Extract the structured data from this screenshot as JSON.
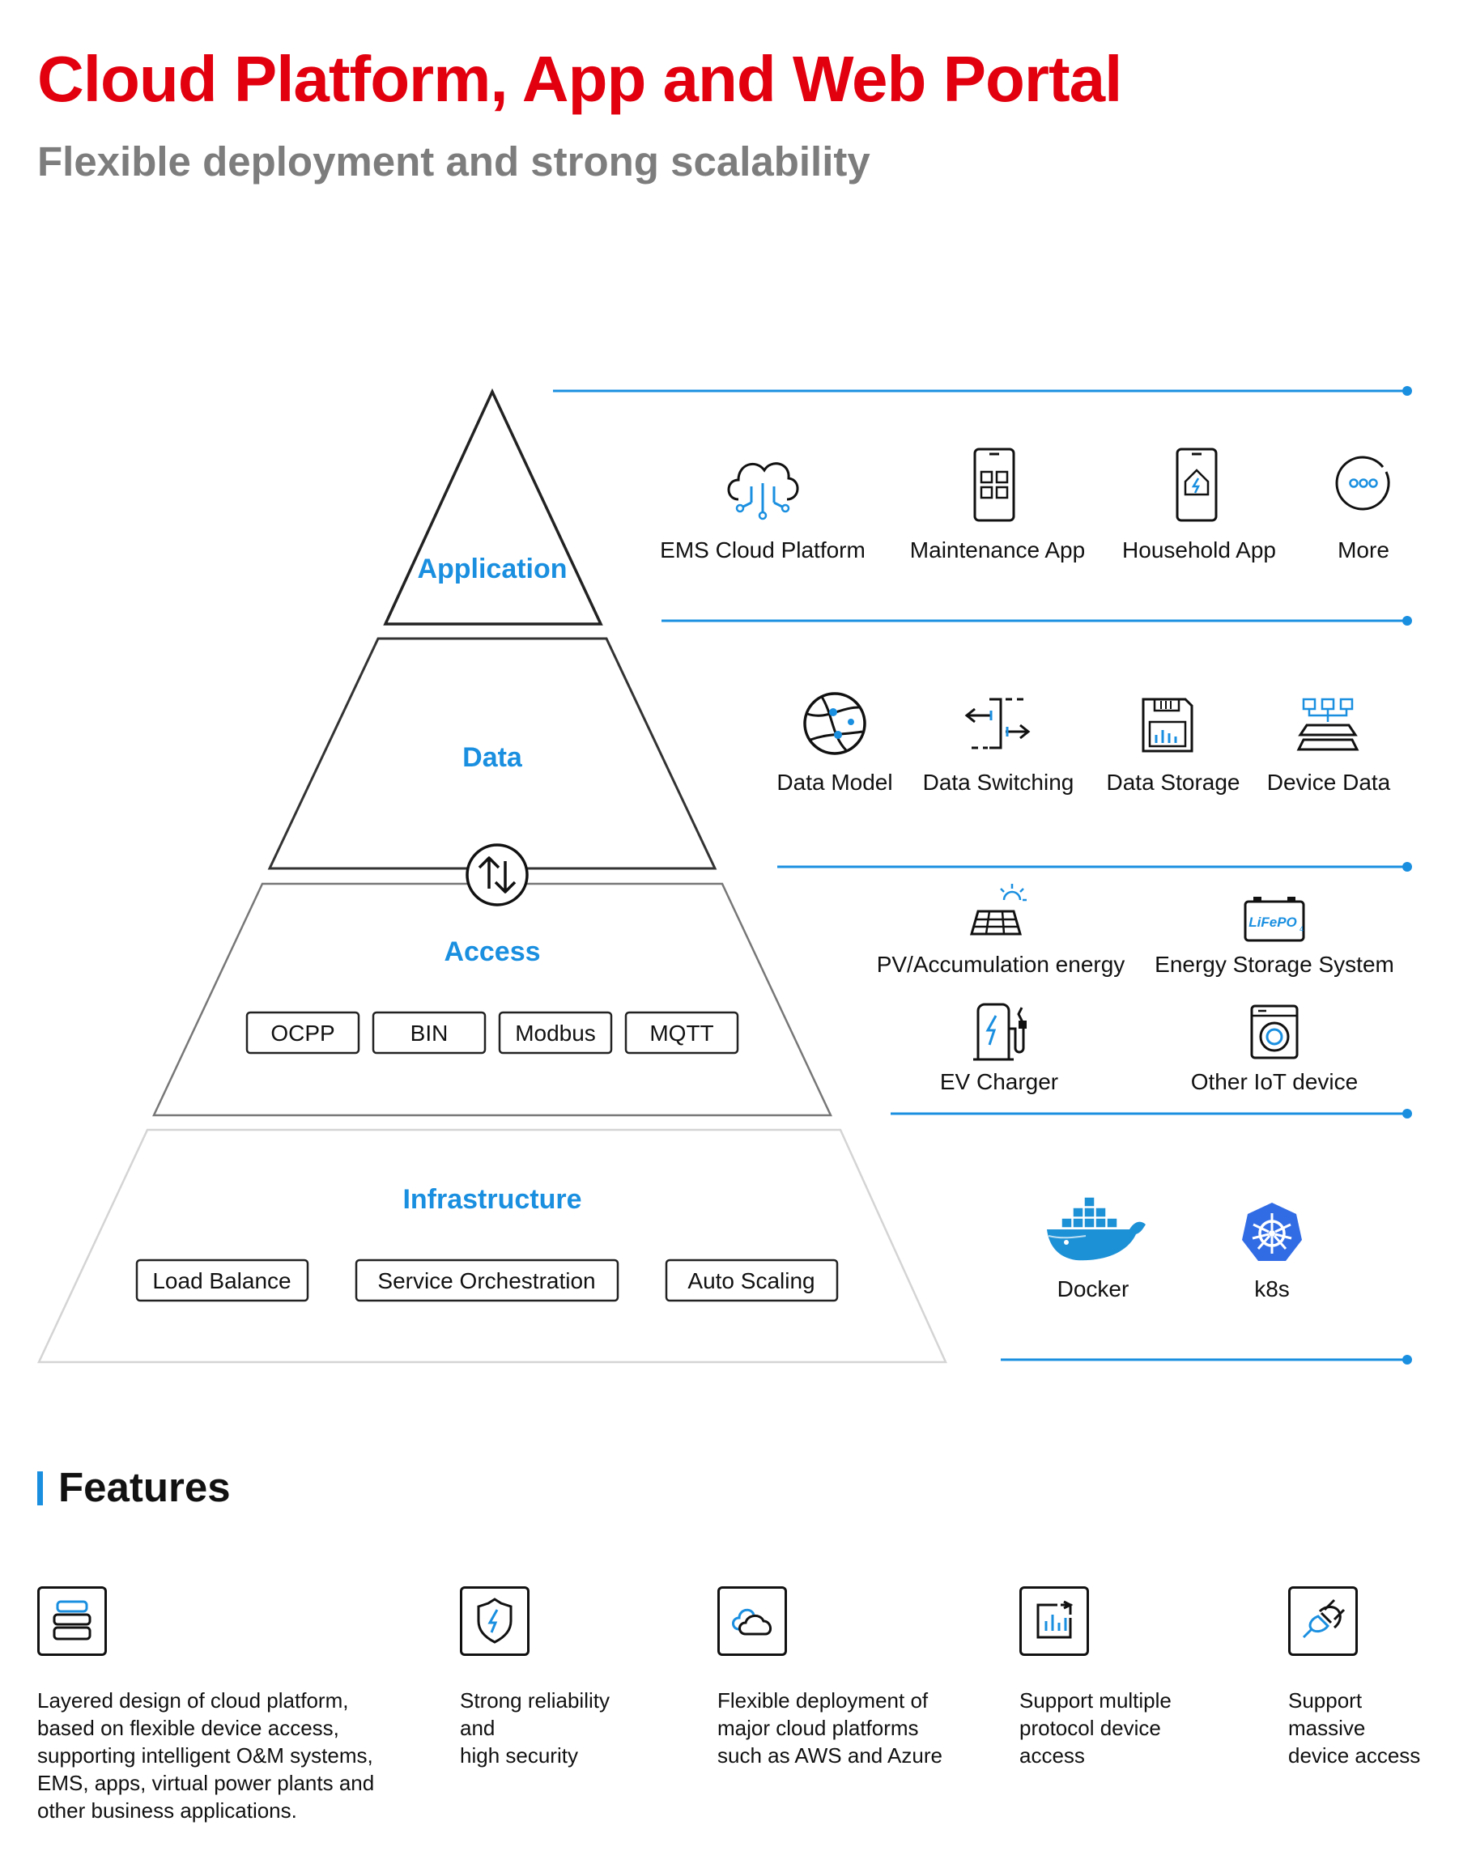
{
  "header": {
    "title": "Cloud Platform, App and Web Portal",
    "subtitle": "Flexible deployment and strong scalability"
  },
  "colors": {
    "title_red": "#e2000f",
    "accent_blue": "#1a8fe0",
    "subtitle_gray": "#7d7d7d"
  },
  "pyramid": {
    "application": {
      "label": "Application"
    },
    "data": {
      "label": "Data"
    },
    "access": {
      "label": "Access",
      "protocols": [
        "OCPP",
        "BIN",
        "Modbus",
        "MQTT"
      ]
    },
    "infrastructure": {
      "label": "Infrastructure",
      "boxes": [
        "Load Balance",
        "Service Orchestration",
        "Auto Scaling"
      ]
    }
  },
  "application_items": [
    {
      "label": "EMS Cloud Platform",
      "icon": "cloud-network-icon"
    },
    {
      "label": "Maintenance App",
      "icon": "phone-grid-icon"
    },
    {
      "label": "Household App",
      "icon": "phone-house-icon"
    },
    {
      "label": "More",
      "icon": "more-icon"
    }
  ],
  "data_items": [
    {
      "label": "Data Model",
      "icon": "globe-network-icon"
    },
    {
      "label": "Data Switching",
      "icon": "data-switch-icon"
    },
    {
      "label": "Data Storage",
      "icon": "floppy-chart-icon"
    },
    {
      "label": "Device Data",
      "icon": "device-tree-icon"
    }
  ],
  "access_items": [
    {
      "label": "PV/Accumulation energy",
      "icon": "solar-panel-icon"
    },
    {
      "label": "Energy Storage System",
      "icon": "battery-icon",
      "badge": "LiFePO"
    },
    {
      "label": "EV Charger",
      "icon": "ev-charger-icon"
    },
    {
      "label": "Other IoT device",
      "icon": "washing-machine-icon"
    }
  ],
  "infrastructure_items": [
    {
      "label": "Docker",
      "icon": "docker-whale-icon"
    },
    {
      "label": "k8s",
      "icon": "kubernetes-helm-icon"
    }
  ],
  "features": {
    "title": "Features",
    "items": [
      {
        "icon": "layers-icon",
        "lines": [
          "Layered design of cloud platform,",
          "based on flexible device access,",
          "supporting intelligent O&M systems,",
          "EMS, apps, virtual power plants and",
          "other business applications."
        ]
      },
      {
        "icon": "shield-bolt-icon",
        "lines": [
          "Strong reliability",
          "and",
          "high security"
        ]
      },
      {
        "icon": "cloud-icon",
        "lines": [
          "Flexible deployment of",
          "major cloud platforms",
          "such as AWS and Azure"
        ]
      },
      {
        "icon": "chart-arrow-icon",
        "lines": [
          "Support multiple",
          "protocol device",
          "access"
        ]
      },
      {
        "icon": "plug-icon",
        "lines": [
          "Support",
          "massive",
          "device access"
        ]
      }
    ]
  }
}
